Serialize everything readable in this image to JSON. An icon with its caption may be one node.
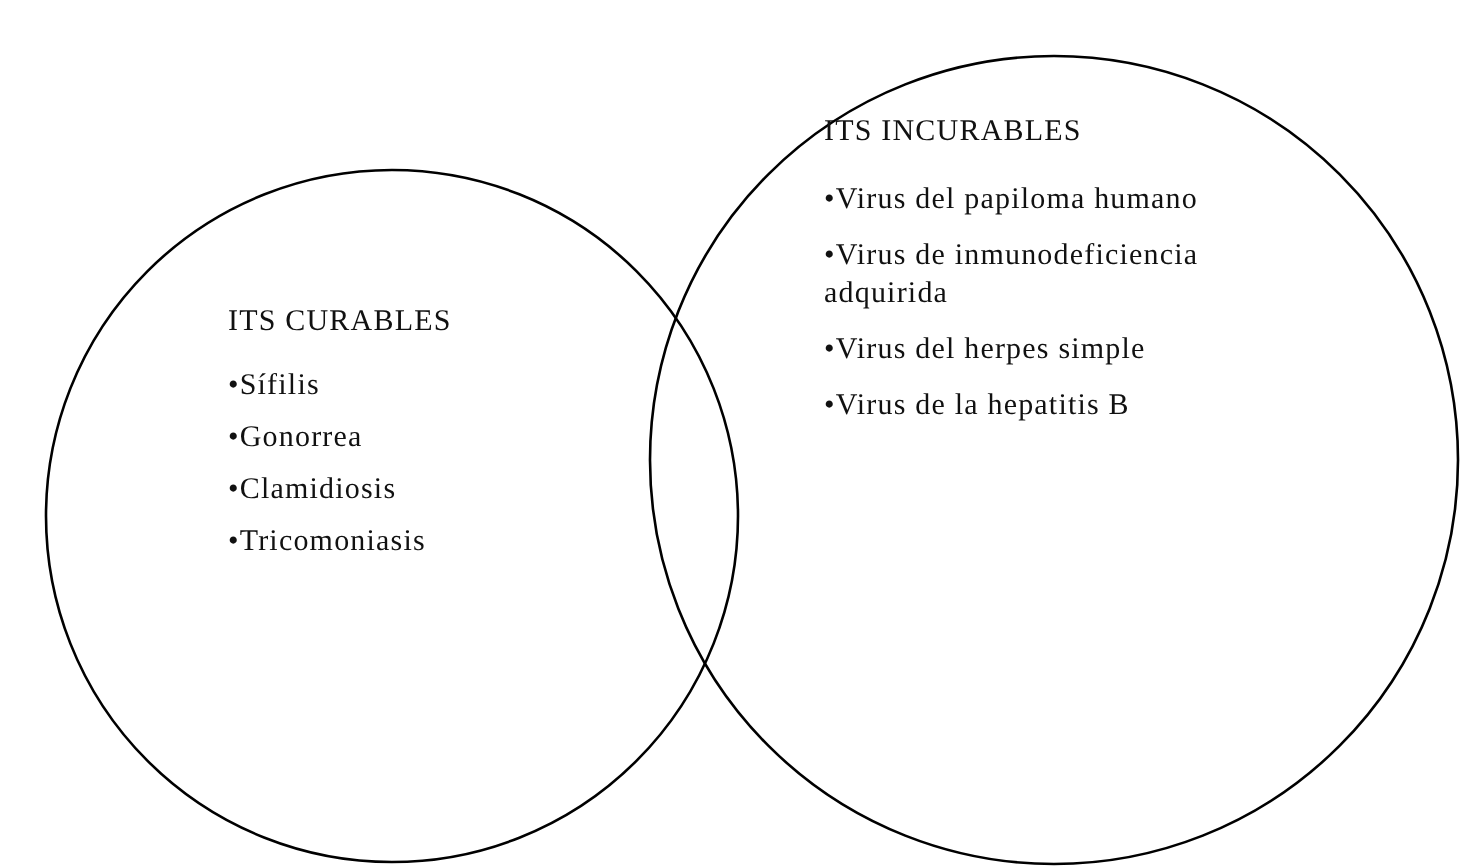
{
  "diagram": {
    "nodes": [
      {
        "text": [
          "ITS CURABLES",
          "•Sífilis",
          "•Gonorrea",
          "•Clamidiosis",
          "•Tricomoniasis"
        ]
      },
      {
        "text": [
          "ITS INCURABLES",
          "•Virus del papiloma humano",
          "•Virus de inmunodeficiencia adquirida",
          "•Virus del herpes simple",
          "•Virus de la hepatitis B"
        ]
      }
    ],
    "edges": []
  }
}
